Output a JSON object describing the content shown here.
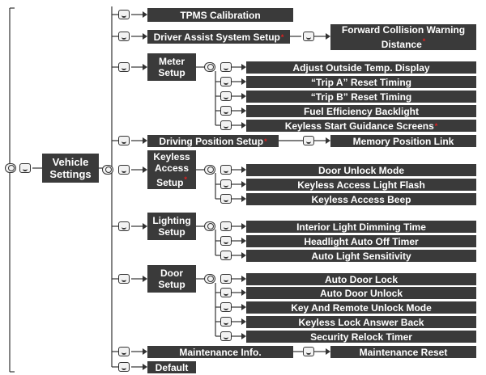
{
  "root": {
    "label": "Vehicle Settings"
  },
  "menu": {
    "tpms": "TPMS Calibration",
    "driver_assist": "Driver Assist System Setup",
    "forward_collision": "Forward Collision Warning Distance",
    "meter_setup": "Meter Setup",
    "adjust_outside_temp": "Adjust Outside Temp. Display",
    "trip_a": "“Trip A” Reset Timing",
    "trip_b": "“Trip B” Reset Timing",
    "fuel_backlight": "Fuel Efficiency Backlight",
    "keyless_guidance": "Keyless Start Guidance Screens",
    "driving_position": "Driving Position Setup",
    "memory_position": "Memory Position Link",
    "keyless_access_setup": "Keyless Access Setup",
    "door_unlock_mode": "Door Unlock Mode",
    "keyless_light_flash": "Keyless Access Light Flash",
    "keyless_beep": "Keyless Access Beep",
    "lighting_setup": "Lighting Setup",
    "interior_dimming": "Interior Light Dimming Time",
    "headlight_timer": "Headlight Auto Off Timer",
    "auto_light": "Auto Light Sensitivity",
    "door_setup": "Door Setup",
    "auto_door_lock": "Auto Door Lock",
    "auto_door_unlock": "Auto Door Unlock",
    "key_remote_unlock": "Key And Remote Unlock Mode",
    "keyless_answer_back": "Keyless Lock Answer Back",
    "security_relock": "Security Relock Timer",
    "maintenance_info": "Maintenance Info.",
    "maintenance_reset": "Maintenance Reset",
    "default": "Default"
  },
  "footnote_marker": "*"
}
